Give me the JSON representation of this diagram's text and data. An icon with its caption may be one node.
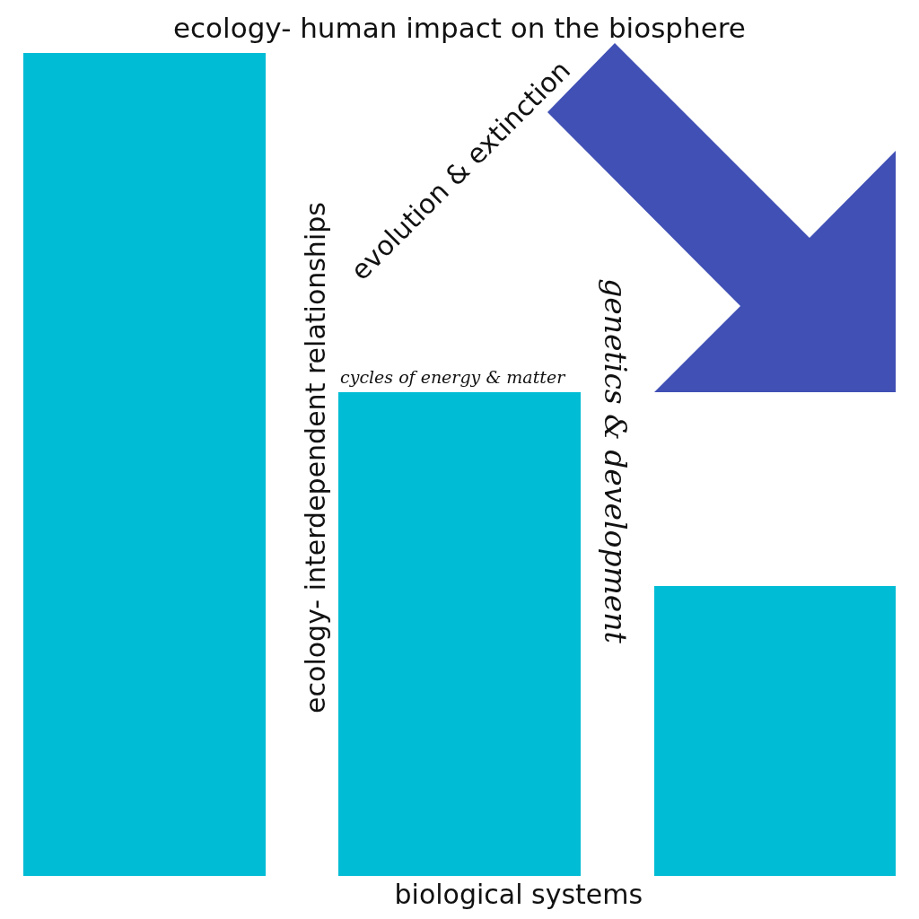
{
  "diagram": {
    "title": "ecology- human impact on the biosphere",
    "nodes": [
      {
        "text": [],
        "shape": "bar"
      },
      {
        "text": [],
        "shape": "bar",
        "beside": [
          "cycles of energy & matter"
        ]
      },
      {
        "text": [],
        "shape": "bar"
      }
    ],
    "labels": [
      "evolution & extinction",
      "ecology- interdependent relationships",
      "genetics & development",
      "biological systems"
    ]
  }
}
